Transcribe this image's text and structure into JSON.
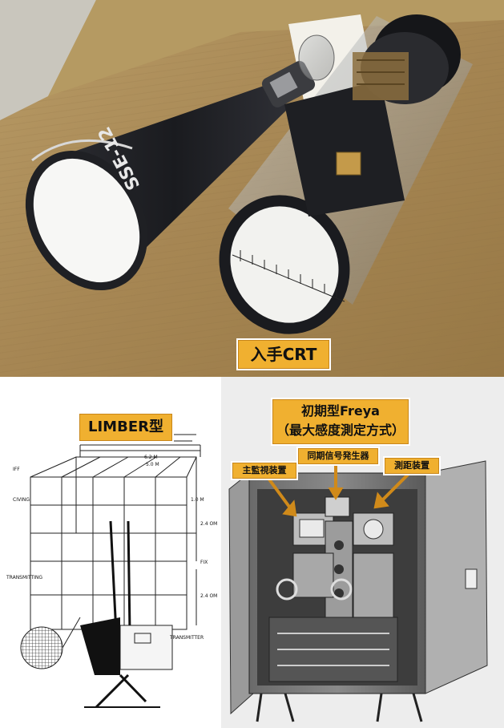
{
  "photo": {
    "caption": "入手CRT",
    "tube_marking": "SSE-12",
    "background_color": "#a98a58",
    "tube_color": "#1c1d21",
    "label_color": "#f0b030"
  },
  "limber": {
    "caption": "LIMBER型",
    "annotations": {
      "dim_top": "6.2 M",
      "dim_mid": "5.0 M",
      "dim_side": "1.0 M",
      "iff": "IFF",
      "receiving": "CIVING",
      "dim_upper_height": "2.4 OM",
      "dim_center": "FIX",
      "transmitting": "TRANSMITTING",
      "dim_lower_height": "2.4 OM",
      "transmitter": "TRANSMITTER"
    }
  },
  "freya": {
    "caption_line1": "初期型Freya",
    "caption_line2": "（最大感度測定方式）",
    "main_monitor": "主監視装置",
    "sync_generator": "同期信号発生器",
    "ranging_device": "測距装置"
  }
}
